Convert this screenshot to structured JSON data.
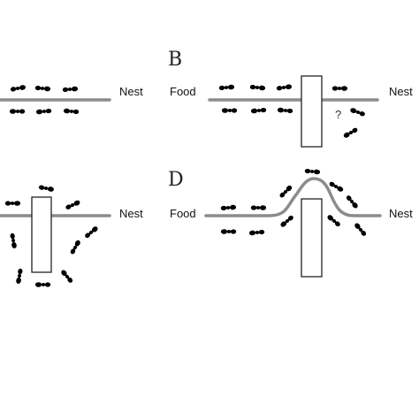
{
  "panels": [
    {
      "id": "A",
      "letter": "",
      "left_label": "",
      "right_label": "Nest",
      "question": ""
    },
    {
      "id": "B",
      "letter": "B",
      "left_label": "Food",
      "right_label": "Nest",
      "question": "?"
    },
    {
      "id": "C",
      "letter": "",
      "left_label": "",
      "right_label": "Nest",
      "question": ""
    },
    {
      "id": "D",
      "letter": "D",
      "left_label": "Food",
      "right_label": "Nest",
      "question": ""
    }
  ],
  "colors": {
    "trail": "#8c8c8c",
    "ant": "#2a2a2a",
    "obstacle_stroke": "#222222"
  },
  "icons": {
    "ant": "ant-icon",
    "obstacle": "obstacle-rect"
  }
}
